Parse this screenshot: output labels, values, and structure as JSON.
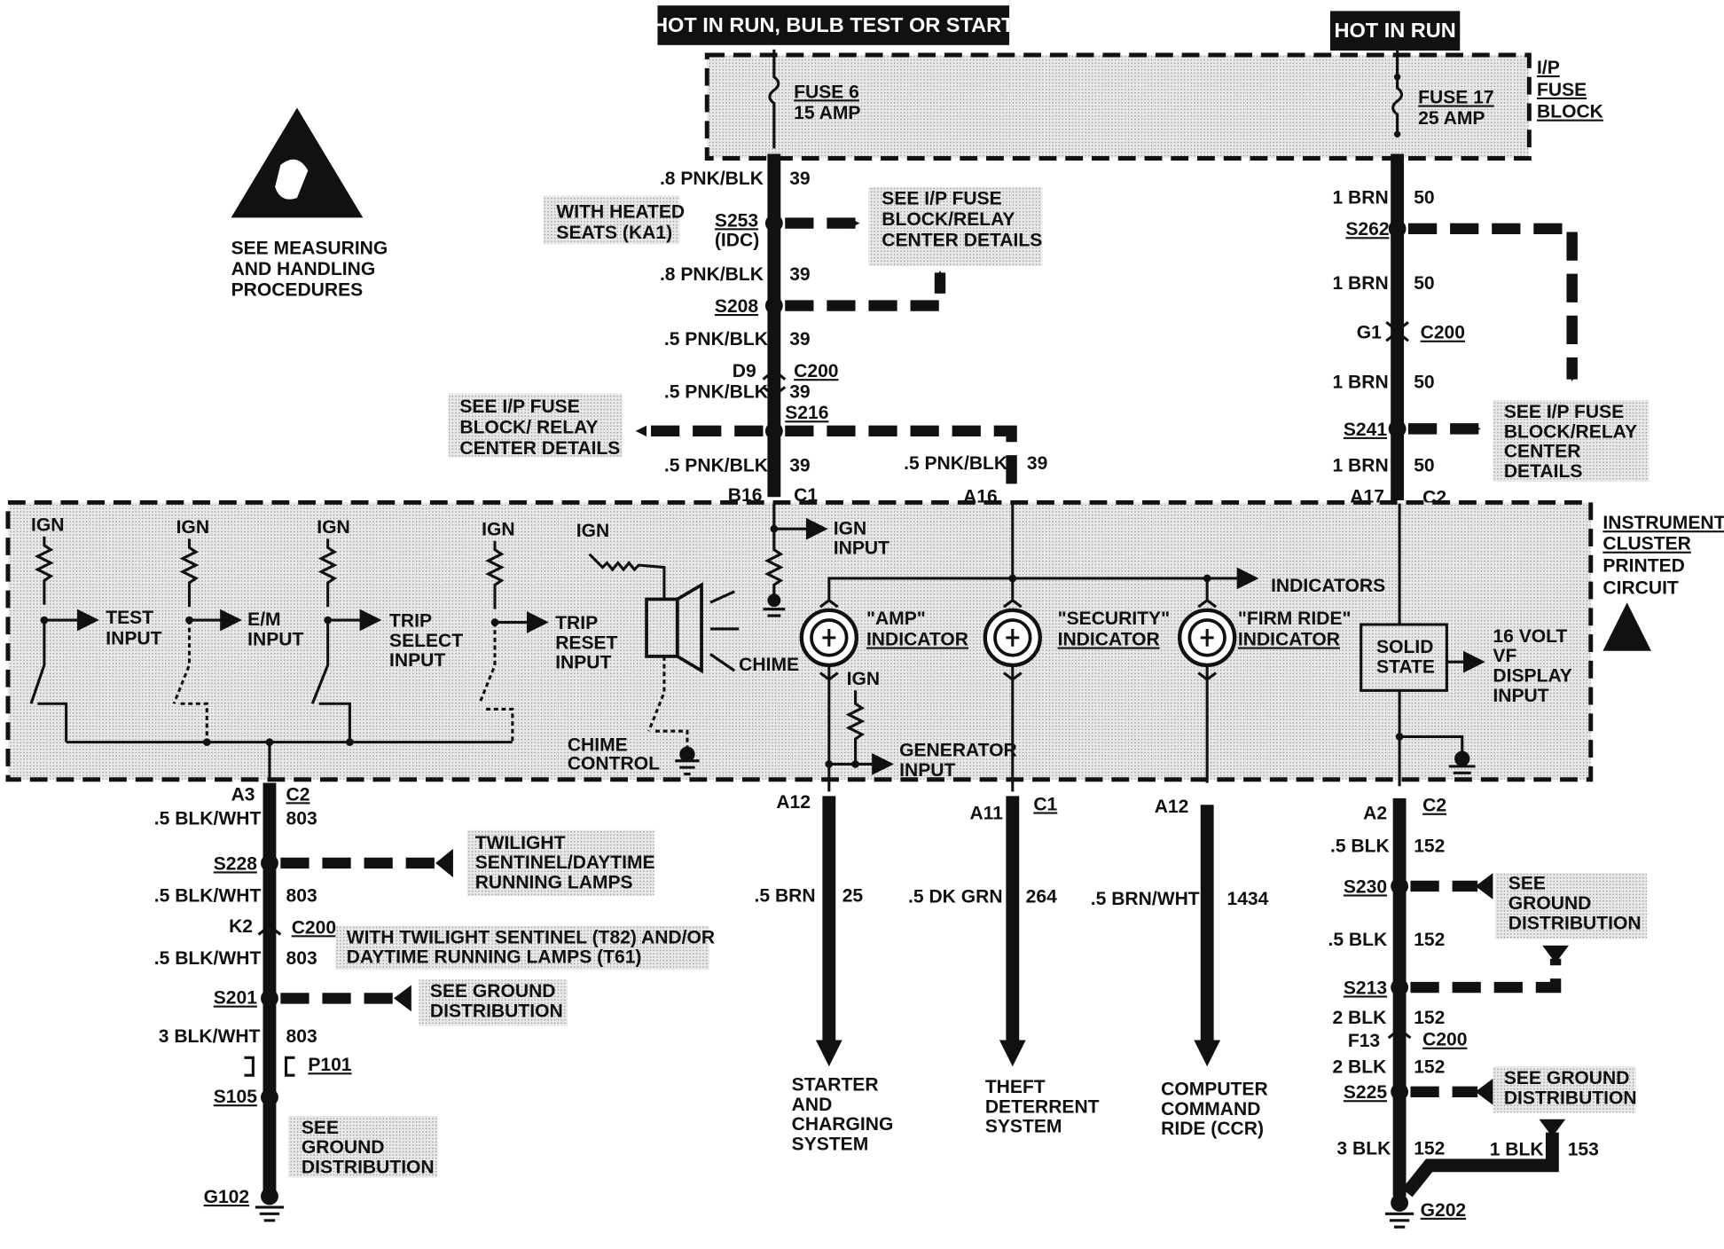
{
  "headers": {
    "hot_run_bulb": "HOT IN RUN, BULB TEST OR START",
    "hot_run": "HOT IN RUN"
  },
  "fuse_block": {
    "label": [
      "I/P",
      "FUSE",
      "BLOCK"
    ],
    "fuse6": [
      "FUSE 6",
      "15 AMP"
    ],
    "fuse17": [
      "FUSE 17",
      "25 AMP"
    ]
  },
  "esd_note": [
    "SEE MEASURING",
    "AND HANDLING",
    "PROCEDURES"
  ],
  "notes": {
    "heated_seats": [
      "WITH HEATED",
      "SEATS (KA1)"
    ],
    "relay_details_1": [
      "SEE I/P FUSE",
      "BLOCK/RELAY",
      "CENTER DETAILS"
    ],
    "relay_details_2": [
      "SEE I/P FUSE",
      "BLOCK/ RELAY",
      "CENTER DETAILS"
    ],
    "relay_details_3": [
      "SEE I/P FUSE",
      "BLOCK/RELAY",
      "CENTER",
      "DETAILS"
    ],
    "twilight": [
      "TWILIGHT",
      "SENTINEL/DAYTIME",
      "RUNNING LAMPS"
    ],
    "twilight_opt": [
      "WITH TWILIGHT SENTINEL (T82) AND/OR",
      "DAYTIME RUNNING LAMPS (T61)"
    ],
    "ground_1": [
      "SEE GROUND",
      "DISTRIBUTION"
    ],
    "ground_2": [
      "SEE",
      "GROUND",
      "DISTRIBUTION"
    ],
    "ground_3": [
      "SEE",
      "GROUND",
      "DISTRIBUTION"
    ],
    "ground_4": [
      "SEE GROUND",
      "DISTRIBUTION"
    ]
  },
  "wires": {
    "pnk_08": ".8 PNK/BLK",
    "pnk_05": ".5 PNK/BLK",
    "c39": "39",
    "brn_1": "1 BRN",
    "c50": "50",
    "blkwht_05": ".5 BLK/WHT",
    "blkwht_3": "3 BLK/WHT",
    "c803": "803",
    "brn_05": ".5 BRN",
    "c25": "25",
    "dkgrn_05": ".5 DK GRN",
    "c264": "264",
    "brnwht_05": ".5 BRN/WHT",
    "c1434": "1434",
    "blk_05": ".5 BLK",
    "blk_2": "2 BLK",
    "blk_3": "3 BLK",
    "blk_1": "1 BLK",
    "c152": "152",
    "c153": "153"
  },
  "splices": {
    "s253": "S253",
    "idc": "(IDC)",
    "s208": "S208",
    "s216": "S216",
    "s262": "S262",
    "s241": "S241",
    "s228": "S228",
    "s201": "S201",
    "s105": "S105",
    "s230": "S230",
    "s213": "S213",
    "s225": "S225",
    "g102": "G102",
    "g202": "G202"
  },
  "connectors": {
    "d9": "D9",
    "c200": "C200",
    "b16": "B16",
    "c1": "C1",
    "a16": "A16",
    "a17": "A17",
    "c2": "C2",
    "g1": "G1",
    "a3": "A3",
    "k2": "K2",
    "p101": "P101",
    "a12": "A12",
    "a11": "A11",
    "a2": "A2",
    "f13": "F13"
  },
  "cluster": {
    "title": [
      "INSTRUMENT",
      "CLUSTER",
      "PRINTED",
      "CIRCUIT"
    ],
    "ign": "IGN",
    "test_input": [
      "TEST",
      "INPUT"
    ],
    "em_input": [
      "E/M",
      "INPUT"
    ],
    "trip_select": [
      "TRIP",
      "SELECT",
      "INPUT"
    ],
    "trip_reset": [
      "TRIP",
      "RESET",
      "INPUT"
    ],
    "chime": "CHIME",
    "chime_control": [
      "CHIME",
      "CONTROL"
    ],
    "ign_input": [
      "IGN",
      "INPUT"
    ],
    "indicators": "INDICATORS",
    "amp": [
      "\"AMP\"",
      "INDICATOR"
    ],
    "security": [
      "\"SECURITY\"",
      "INDICATOR"
    ],
    "firm": [
      "\"FIRM RIDE\"",
      "INDICATOR"
    ],
    "generator_input": [
      "GENERATOR",
      "INPUT"
    ],
    "solid_state": [
      "SOLID",
      "STATE"
    ],
    "vf_display": [
      "16 VOLT",
      "VF",
      "DISPLAY",
      "INPUT"
    ]
  },
  "destinations": {
    "starter": [
      "STARTER",
      "AND",
      "CHARGING",
      "SYSTEM"
    ],
    "theft": [
      "THEFT",
      "DETERRENT",
      "SYSTEM"
    ],
    "ccr": [
      "COMPUTER",
      "COMMAND",
      "RIDE (CCR)"
    ]
  }
}
